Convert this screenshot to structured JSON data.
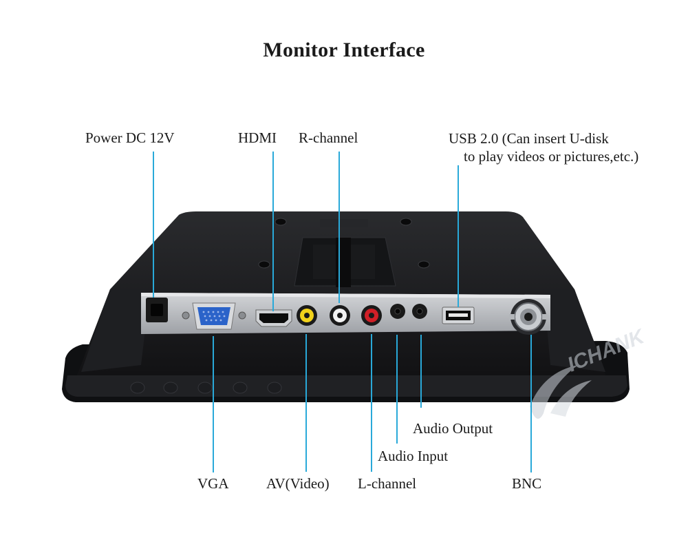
{
  "title": "Monitor Interface",
  "labels": {
    "power": "Power DC 12V",
    "hdmi": "HDMI",
    "r_channel": "R-channel",
    "usb_line1": "USB 2.0 (Can insert U-disk",
    "usb_line2": "to play videos or pictures,etc.)",
    "vga": "VGA",
    "av_video": "AV(Video)",
    "l_channel": "L-channel",
    "audio_input": "Audio Input",
    "audio_output": "Audio Output",
    "bnc": "BNC"
  },
  "watermark": "ICHANK",
  "colors": {
    "leader": "#29a9d9",
    "housing": "#1b1c1e",
    "panel": "#b9bcc0",
    "rca_yellow": "#f2d21a",
    "rca_white": "#f2f2f2",
    "rca_red": "#d01f27",
    "vga_blue": "#2b63c9"
  }
}
